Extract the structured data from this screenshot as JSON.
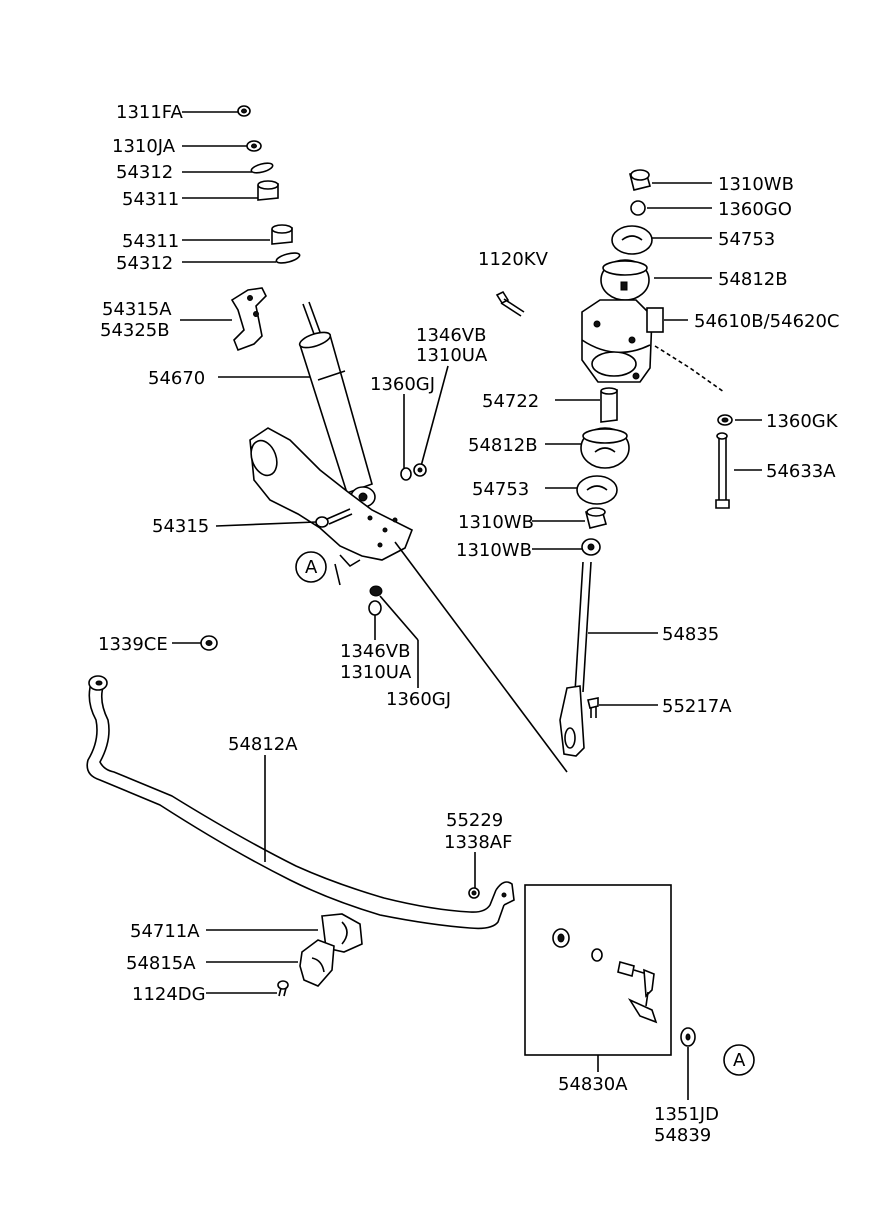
{
  "labels": {
    "p1311FA": "1311FA",
    "p1310JA": "1310JA",
    "p54312_top": "54312",
    "p54311_top": "54311",
    "p54311_b": "54311",
    "p54312_b": "54312",
    "p54315A": "54315A",
    "p54325B": "54325B",
    "p54670": "54670",
    "p1120KV": "1120KV",
    "p1346VB_top": "1346VB",
    "p1310UA_top": "1310UA",
    "p1360GJ_top": "1360GJ",
    "p1310WB_top": "1310WB",
    "p1360GO": "1360GO",
    "p54753_top": "54753",
    "p54812B_top": "54812B",
    "p54610B": "54610B/54620C",
    "p54722": "54722",
    "p1360GK": "1360GK",
    "p54812B_mid": "54812B",
    "p54633A": "54633A",
    "p54753_mid": "54753",
    "p1310WB_mid": "1310WB",
    "p1310WB_low": "1310WB",
    "p54315": "54315",
    "refA_left": "A",
    "p1339CE": "1339CE",
    "p1346VB_low": "1346VB",
    "p1310UA_low": "1310UA",
    "p1360GJ_low": "1360GJ",
    "p54835": "54835",
    "p55217A": "55217A",
    "p54812A": "54812A",
    "p55229": "55229",
    "p1338AF": "1338AF",
    "p54711A": "54711A",
    "p54815A": "54815A",
    "p1124DG": "1124DG",
    "p54830A": "54830A",
    "refA_right": "A",
    "p1351JD": "1351JD",
    "p54839": "54839"
  },
  "icons": {
    "callout_circle": "circle-callout-icon"
  }
}
